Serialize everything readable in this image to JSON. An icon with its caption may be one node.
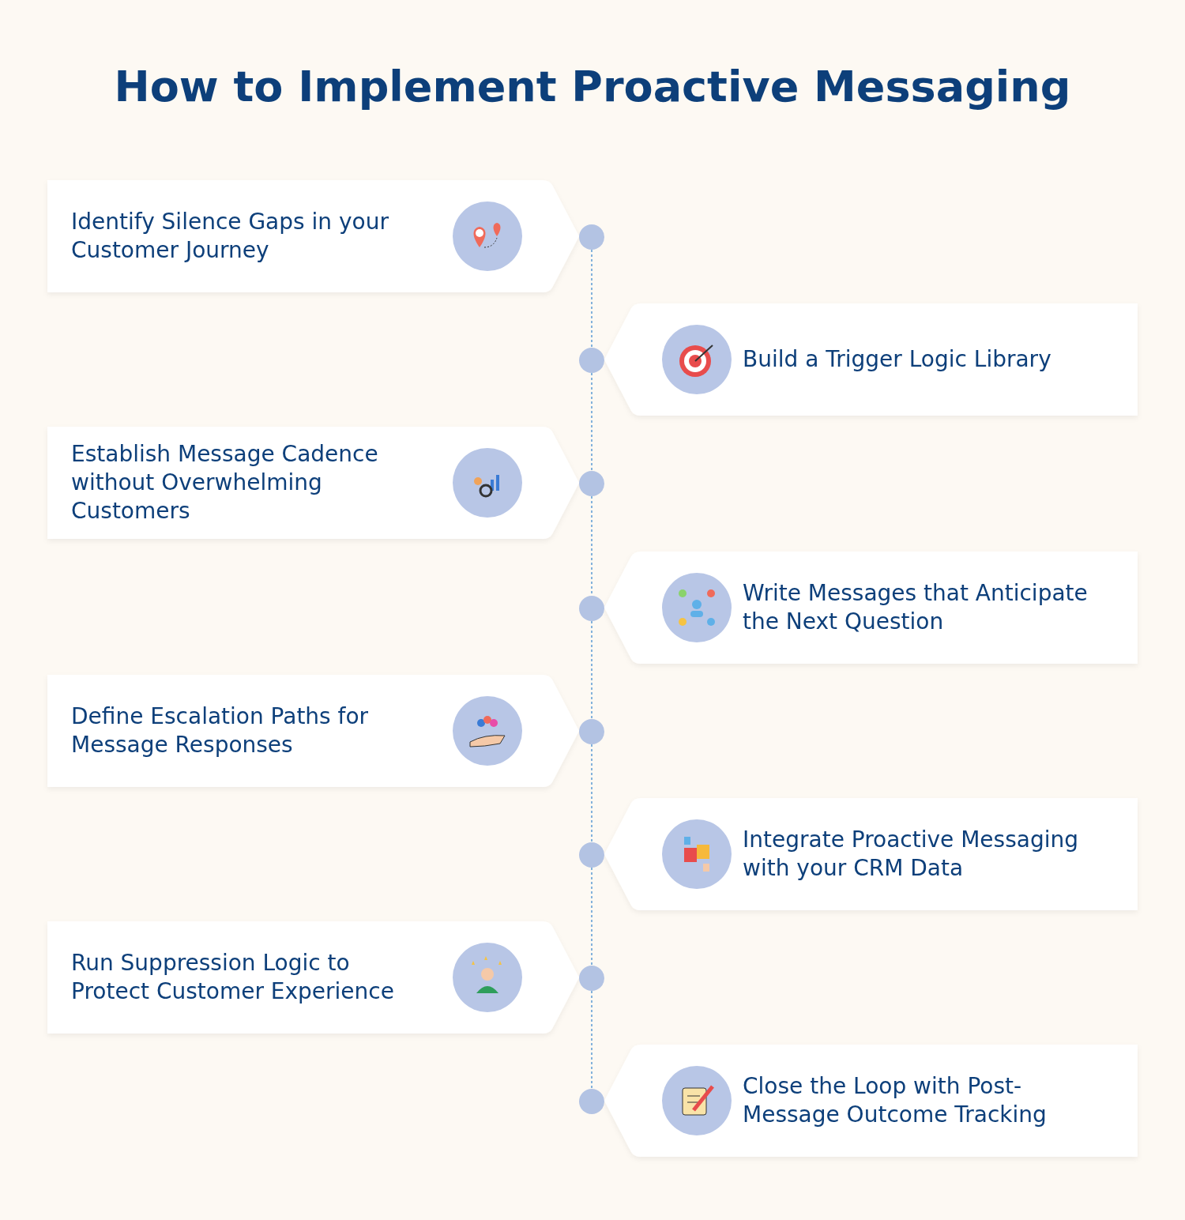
{
  "diagram": {
    "title": "How to Implement Proactive Messaging",
    "nodes": [
      {
        "text": [
          "Identify Silence Gaps in your Customer Journey"
        ]
      },
      {
        "text": [
          "Build a Trigger Logic Library"
        ]
      },
      {
        "text": [
          "Establish Message Cadence without Overwhelming Customers"
        ]
      },
      {
        "text": [
          "Write Messages that Anticipate the Next Question"
        ]
      },
      {
        "text": [
          "Define Escalation Paths for Message Responses"
        ]
      },
      {
        "text": [
          "Integrate Proactive Messaging with your CRM Data"
        ]
      },
      {
        "text": [
          "Run Suppression Logic to Protect Customer Experience"
        ]
      },
      {
        "text": [
          "Close the Loop with Post-Message Outcome Tracking"
        ]
      },
      {
        "text": [],
        "shape": "circle"
      },
      {
        "text": [],
        "shape": "circle"
      },
      {
        "text": [],
        "shape": "circle"
      },
      {
        "text": [],
        "shape": "circle"
      },
      {
        "text": [],
        "shape": "circle"
      },
      {
        "text": [],
        "shape": "circle"
      },
      {
        "text": [],
        "shape": "circle"
      },
      {
        "text": [],
        "shape": "circle"
      }
    ],
    "edges": [
      {
        "from": 8,
        "to": 9,
        "arrow": "none",
        "style": "dashed"
      },
      {
        "from": 9,
        "to": 10,
        "arrow": "none",
        "style": "dashed"
      },
      {
        "from": 10,
        "to": 11,
        "arrow": "none",
        "style": "dashed"
      },
      {
        "from": 11,
        "to": 12,
        "arrow": "none",
        "style": "dashed"
      },
      {
        "from": 12,
        "to": 13,
        "arrow": "none",
        "style": "dashed"
      },
      {
        "from": 13,
        "to": 14,
        "arrow": "none",
        "style": "dashed"
      },
      {
        "from": 14,
        "to": 15,
        "arrow": "none",
        "style": "dashed"
      }
    ]
  }
}
